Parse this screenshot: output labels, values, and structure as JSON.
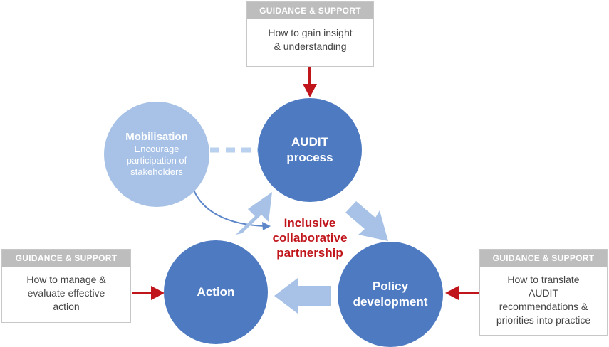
{
  "colors": {
    "dark_circle": "#4e7ac2",
    "light_circle": "#a7c2e6",
    "red_arrow": "#c0151b",
    "box_header": "#bdbdbd",
    "center_text": "#c0151b"
  },
  "nodes": {
    "audit": {
      "line1": "AUDIT",
      "line2": "process"
    },
    "policy": {
      "line1": "Policy",
      "line2": "development"
    },
    "action": {
      "line1": "Action"
    },
    "mobilisation": {
      "title": "Mobilisation",
      "line1": "Encourage",
      "line2": "participation of",
      "line3": "stakeholders"
    }
  },
  "center": {
    "line1": "Inclusive",
    "line2": "collaborative",
    "line3": "partnership"
  },
  "guidance": {
    "top": {
      "header": "GUIDANCE & SUPPORT",
      "line1": "How to gain insight",
      "line2": "& understanding"
    },
    "left": {
      "header": "GUIDANCE & SUPPORT",
      "line1": "How to manage &",
      "line2": "evaluate effective",
      "line3": "action"
    },
    "right": {
      "header": "GUIDANCE & SUPPORT",
      "line1": "How to translate",
      "line2": "AUDIT",
      "line3": "recommendations &",
      "line4": "priorities into practice"
    }
  }
}
